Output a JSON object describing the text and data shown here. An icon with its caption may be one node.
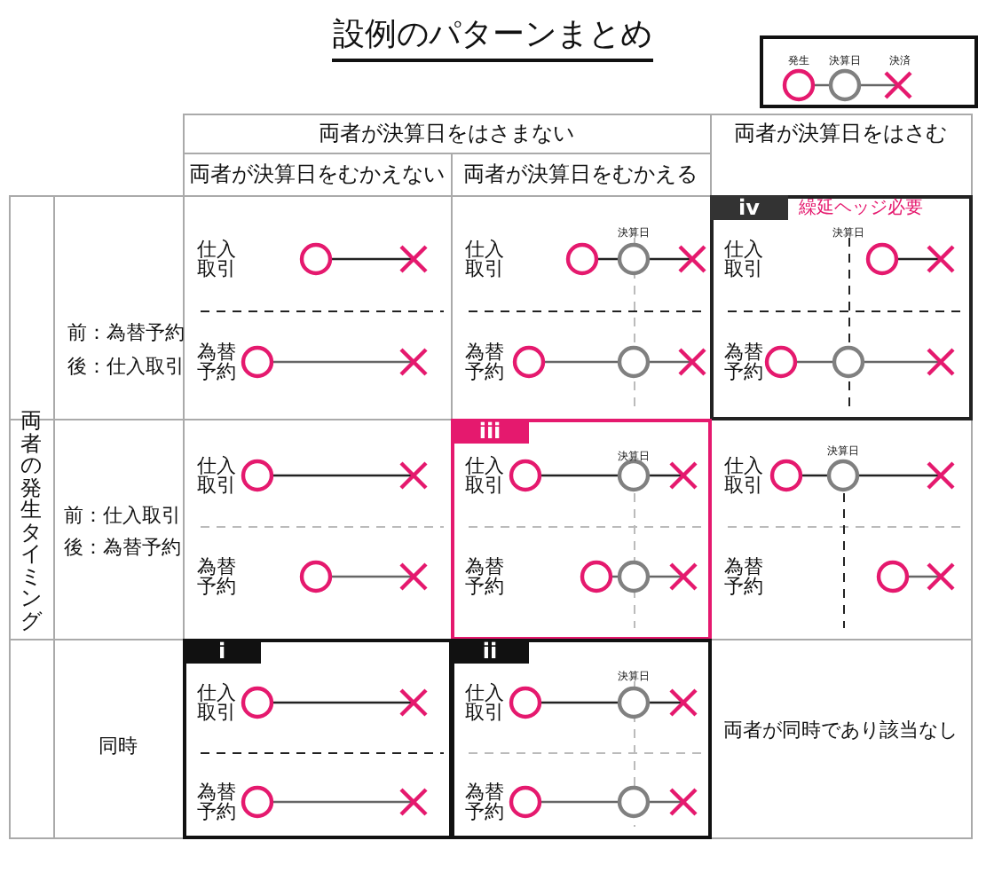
{
  "diagram": {
    "title": "設例のパターンまとめ",
    "nodes": [
      {
        "text": [
          "iv",
          "繰延ヘッジ必要",
          "決算日",
          "仕入取引",
          "為替予約"
        ]
      },
      {
        "text": [
          "iii",
          "決算日",
          "仕入取引",
          "為替予約"
        ]
      },
      {
        "text": [
          "i",
          "仕入取引",
          "為替予約"
        ]
      },
      {
        "text": [
          "ii",
          "決算日",
          "仕入取引",
          "為替予約"
        ]
      }
    ],
    "labels": [
      "両者が決算日をはさまない",
      "両者が決算日をはさむ",
      "両者が決算日をむかえない",
      "両者が決算日をむかえる",
      "両者の発生タイミング",
      "前：為替予約",
      "後：仕入取引",
      "仕入取引",
      "為替予約",
      "決算日",
      "仕入取引",
      "為替予約",
      "前：仕入取引",
      "後：為替予約",
      "仕入取引",
      "為替予約",
      "決算日",
      "仕入取引",
      "為替予約",
      "同時",
      "両者が同時であり該当なし"
    ],
    "legend": [
      {
        "text": "発生"
      },
      {
        "text": "決算日"
      },
      {
        "text": "決済"
      }
    ]
  }
}
